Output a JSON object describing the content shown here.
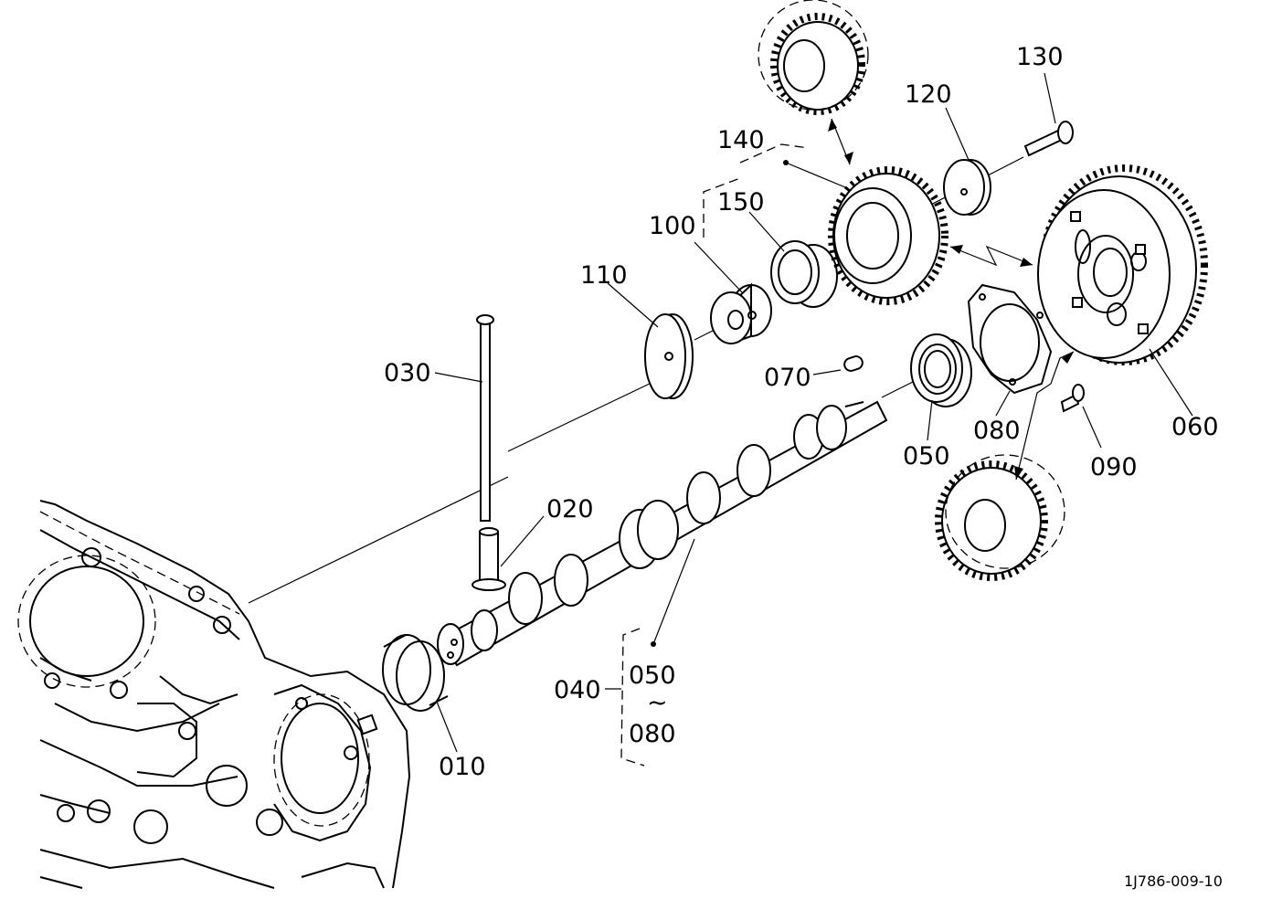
{
  "diagram": {
    "doc_number": "1J786-009-10",
    "labels": {
      "p010": "010",
      "p020": "020",
      "p030": "030",
      "p040": "040",
      "p040_range_from": "050",
      "p040_range_sep": "~",
      "p040_range_to": "080",
      "p050": "050",
      "p060": "060",
      "p070": "070",
      "p080": "080",
      "p090": "090",
      "p100": "100",
      "p110": "110",
      "p120": "120",
      "p130": "130",
      "p140": "140",
      "p150": "150"
    }
  }
}
